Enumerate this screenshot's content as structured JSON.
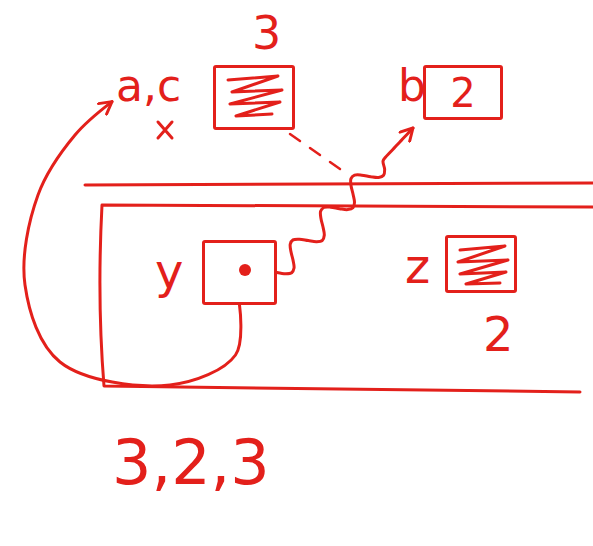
{
  "diagram": {
    "nodes": [
      {
        "text": [
          "a,c",
          "3"
        ]
      },
      {
        "text": [
          "b",
          "2"
        ]
      },
      {
        "text": [
          "y"
        ]
      },
      {
        "text": [
          "z",
          "2"
        ]
      }
    ],
    "edges": [
      {
        "from": 2,
        "to": 1,
        "arrow": "to"
      },
      {
        "from": 2,
        "to": 0,
        "arrow": "to"
      }
    ],
    "labels": [
      "3,2,3"
    ]
  }
}
